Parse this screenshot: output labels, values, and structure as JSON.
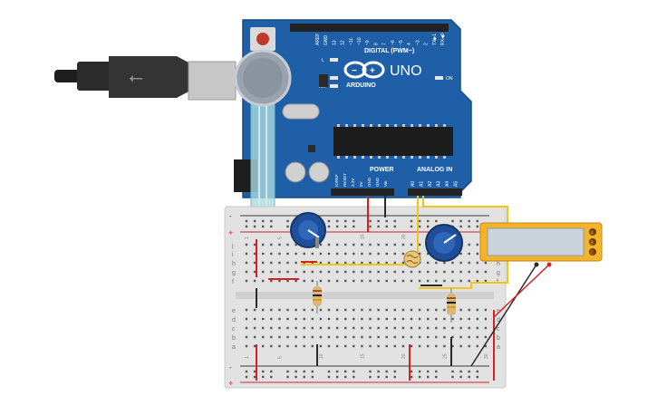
{
  "arduino": {
    "brand": "ARDUINO",
    "model": "UNO",
    "digital_header": "DIGITAL (PWM~)",
    "power_label": "POWER",
    "analog_label": "ANALOG IN",
    "led_l": "L",
    "led_tx": "TX",
    "led_rx": "RX",
    "led_on": "ON",
    "digital_pins": [
      "AREF",
      "GND",
      "13",
      "12",
      "~11",
      "~10",
      "~9",
      "8",
      "7",
      "~6",
      "~5",
      "4",
      "~3",
      "2",
      "TX▶1",
      "RX◀0"
    ],
    "power_pins": [
      "IOREF",
      "RESET",
      "3.3V",
      "5V",
      "GND",
      "GND",
      "Vin"
    ],
    "analog_pins": [
      "A0",
      "A1",
      "A2",
      "A3",
      "A4",
      "A5"
    ]
  },
  "breadboard": {
    "row_letters_top": [
      "j",
      "i",
      "h",
      "g",
      "f"
    ],
    "row_letters_bottom": [
      "e",
      "d",
      "c",
      "b",
      "a"
    ],
    "column_numbers": [
      "1",
      "5",
      "10",
      "15",
      "20",
      "25",
      "30"
    ],
    "rail_plus": "+",
    "rail_minus": "-"
  },
  "lcd": {
    "pins": [
      "A",
      "B",
      "C"
    ]
  },
  "colors": {
    "board_blue": "#1f5fa8",
    "breadboard": "#e2e2e2",
    "wire_red": "#d42020",
    "wire_black": "#2a2a2a",
    "wire_yellow": "#f0c419",
    "lcd_frame": "#f3b32a"
  }
}
